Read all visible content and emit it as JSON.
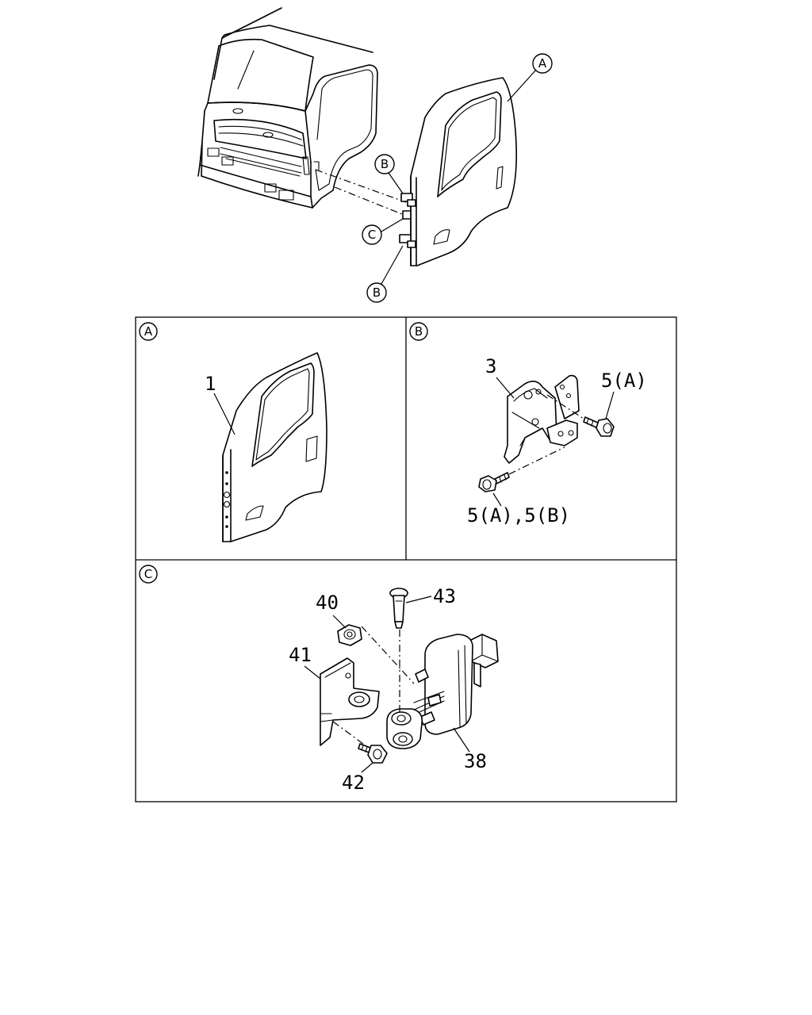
{
  "overview": {
    "callouts": [
      "A",
      "B",
      "C",
      "B"
    ]
  },
  "panels": {
    "A": {
      "tag": "A",
      "parts": [
        "1"
      ]
    },
    "B": {
      "tag": "B",
      "parts": [
        "3",
        "5(A)",
        "5(A),5(B)"
      ]
    },
    "C": {
      "tag": "C",
      "parts": [
        "40",
        "43",
        "41",
        "38",
        "42"
      ]
    }
  }
}
